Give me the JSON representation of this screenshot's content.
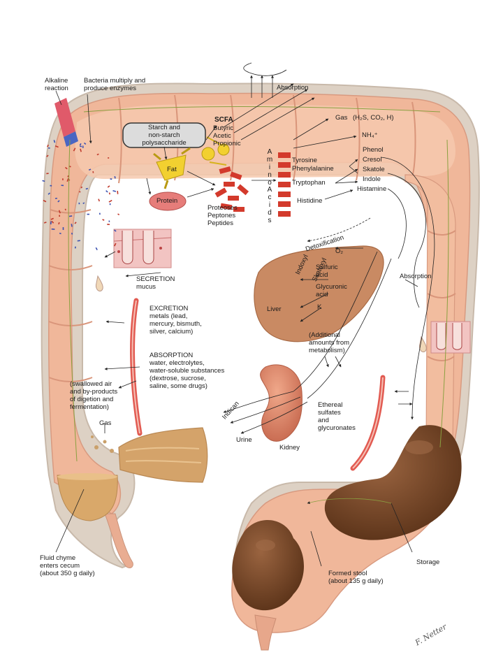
{
  "labels": {
    "alkaline_reaction": "Alkaline\nreaction",
    "bacteria": "Bacteria multiply and\nproduce enzymes",
    "absorption_top": "Absorption",
    "starch": "Starch and\nnon-starch\npolysaccharide",
    "scfa_title": "SCFA",
    "scfa_items": "Butyric\nAcetic\nPropionic",
    "fat": "Fat",
    "protein": "Protein",
    "proteoses": "Proteoses\nPeptones\nPeptides",
    "amino": "A\nm\ni\nn\no",
    "acids": "A\nc\ni\nd\ns",
    "gas_top": "Gas",
    "gas_formula": "(H₂S, CO₂, H)",
    "nh4": "NH₄⁺",
    "tyrosine": "Tyrosine",
    "phenylalanine": "Phenylalanine",
    "tryptophan": "Tryptophan",
    "histidine": "Histidine",
    "phenol": "Phenol",
    "cresol": "Cresol",
    "skatole": "Skatole",
    "indole": "Indole",
    "histamine": "Histamine",
    "detoxification": "Detoxification",
    "indoxyl": "Indoxyl",
    "skatoxyl": "Skatoxyl",
    "o2": "O₂",
    "sulfuric": "Sulfuric\nacid",
    "glycuronic": "Glycuronic\nacid",
    "k": "K",
    "liver": "Liver",
    "additional": "(Additional\namounts from\nmetabolism)",
    "absorption_right": "Absorption",
    "secretion_title": "SECRETION",
    "secretion_sub": "mucus",
    "excretion_title": "EXCRETION",
    "excretion_sub": "metals (lead,\nmercury, bismuth,\nsilver, calcium)",
    "absorption_title": "ABSORPTION",
    "absorption_sub": "water, electrolytes,\nwater-soluble substances\n(dextrose, sucrose,\nsaline, some drugs)",
    "swallowed": "(swallowed air\nand by-products\nof digetion and\nfermentation)",
    "gas_left": "Gas",
    "indican": "Indican",
    "urine": "Urine",
    "kidney": "Kidney",
    "ethereal": "Ethereal\nsulfates\nand\nglycuronates",
    "fluid_chyme": "Fluid chyme\nenters cecum\n(about 350 g daily)",
    "formed_stool": "Formed stool\n(about 135 g daily)",
    "storage": "Storage",
    "signature": "F. Netter"
  },
  "colors": {
    "background": "#ffffff",
    "colon_outer": "#ddd1c4",
    "colon_wall": "#f0b79a",
    "colon_inner": "#f6c9ae",
    "stool": "#7a4a2c",
    "stool_dark": "#5c341c",
    "liver": "#c98a63",
    "kidney": "#d9876a",
    "molecule_red": "#d33a2c",
    "fat_yellow": "#f2d030",
    "vessel_red": "#e25b52",
    "chyme": "#d9a86a",
    "bacteria_blue": "#3a50b0",
    "bacteria_red": "#c0392b"
  }
}
